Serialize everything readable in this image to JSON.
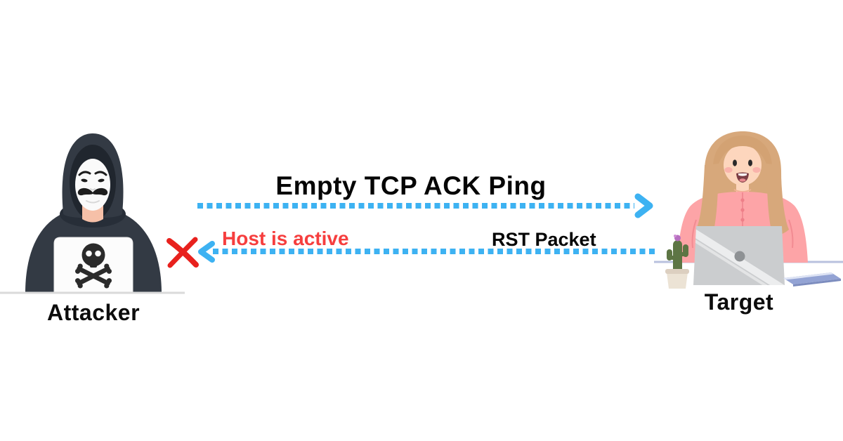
{
  "diagram": {
    "actors": {
      "attacker": {
        "label": "Attacker",
        "icon": "hooded-hacker-anonymous-mask-laptop-skull-icon"
      },
      "target": {
        "label": "Target",
        "icon": "woman-with-laptop-icon"
      }
    },
    "messages": {
      "probe": {
        "label": "Empty TCP ACK Ping",
        "from": "attacker",
        "to": "target",
        "style": "dotted-blue-arrow-right"
      },
      "reply": {
        "label": "RST Packet",
        "result": "Host is active",
        "from": "target",
        "to": "attacker",
        "style": "dotted-blue-arrow-left"
      }
    },
    "icons": {
      "skull": "skull-crossbones-icon",
      "blocked": "red-x-icon",
      "arrow_right": "blue-chevron-right-icon",
      "arrow_left": "blue-chevron-left-icon"
    },
    "colors": {
      "arrow_blue": "#3db2f2",
      "result_red": "#f63e3e",
      "x_red": "#e8211d",
      "label_black": "#0c0c0c",
      "background": "#ffffff"
    }
  }
}
